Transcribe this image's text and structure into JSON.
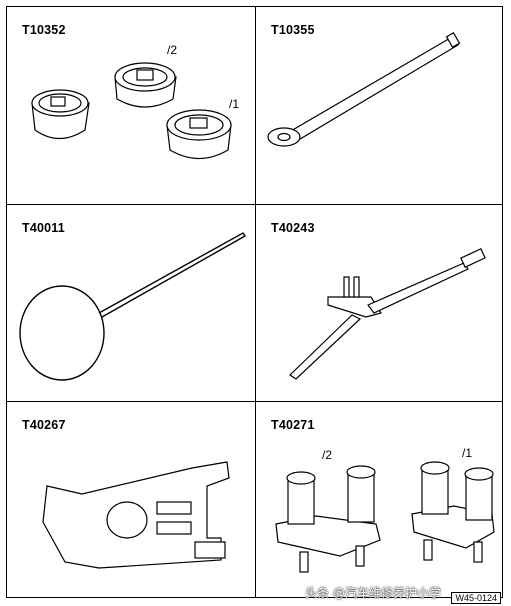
{
  "tools": [
    {
      "code": "T10352",
      "labels": [
        "/2",
        "/1"
      ]
    },
    {
      "code": "T10355",
      "labels": []
    },
    {
      "code": "T40011",
      "labels": []
    },
    {
      "code": "T40243",
      "labels": []
    },
    {
      "code": "T40267",
      "labels": []
    },
    {
      "code": "T40271",
      "labels": [
        "/2",
        "/1"
      ]
    }
  ],
  "figure_number": "W45-0124",
  "watermark": "头条 @汽车维修养护小学"
}
